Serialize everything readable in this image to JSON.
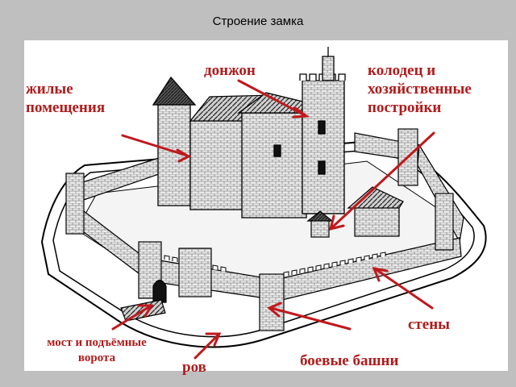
{
  "slide": {
    "title": "Строение замка"
  },
  "labels": {
    "living": [
      "жилые",
      "помещения"
    ],
    "donjon": "донжон",
    "well": [
      "колодец и",
      "хозяйственные",
      "постройки"
    ],
    "walls": "стены",
    "bridge": [
      "мост и подъёмные",
      "ворота"
    ],
    "moat": "ров",
    "towers": "боевые башни"
  },
  "image": {
    "subject": "castle-illustration",
    "arrow_color": "#c0181c",
    "label_color": "#b11b1b"
  }
}
